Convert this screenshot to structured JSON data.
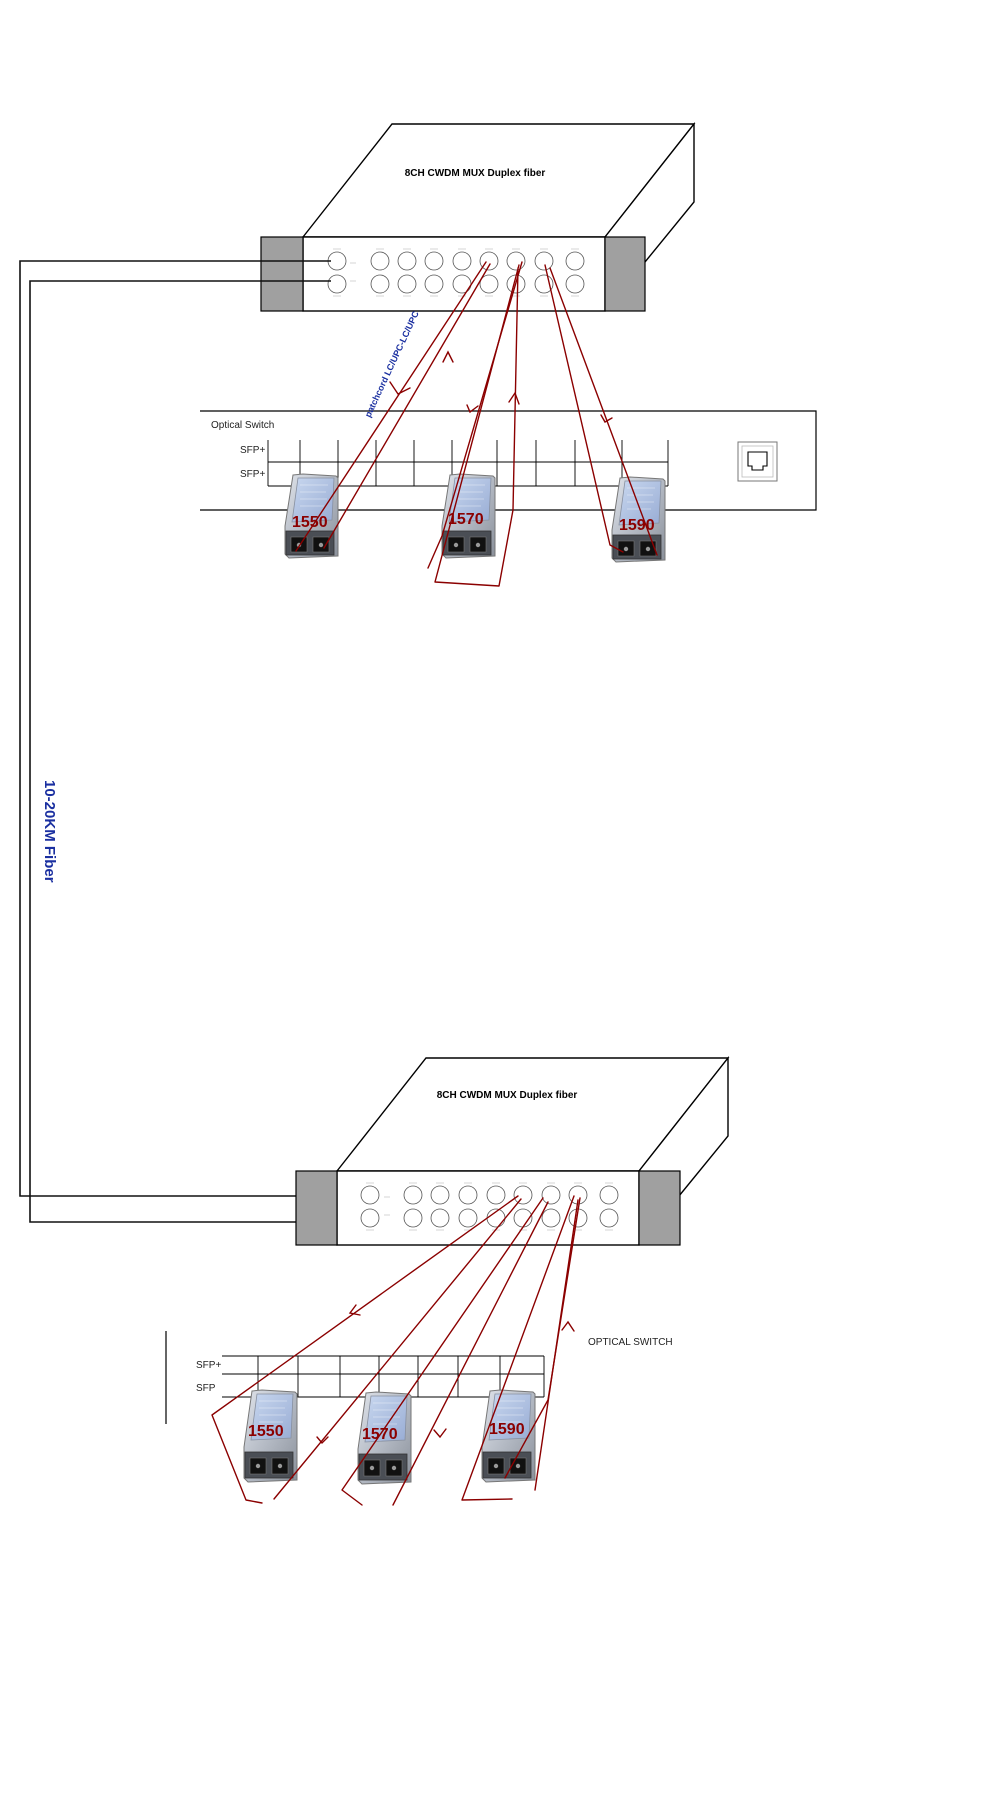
{
  "top_mux": {
    "title": "8CH CWDM MUX Duplex fiber"
  },
  "bottom_mux": {
    "title": "8CH CWDM MUX Duplex fiber"
  },
  "top_switch": {
    "label": "Optical Switch",
    "row1": "SFP+",
    "row2": "SFP+"
  },
  "bottom_switch": {
    "label": "OPTICAL SWITCH",
    "row1": "SFP+",
    "row2": "SFP"
  },
  "link": {
    "label": "10-20KM Fiber"
  },
  "patchcord": {
    "label": "patchcord LC/UPC-LC/UPC"
  },
  "modules": {
    "top": [
      "1550",
      "1570",
      "1590"
    ],
    "bottom": [
      "1550",
      "1570",
      "1590"
    ]
  },
  "colors": {
    "fiber": "#111111",
    "patch": "#8b0000",
    "label_blue": "#1a2fa0",
    "side_panel": "#a0a0a0"
  }
}
